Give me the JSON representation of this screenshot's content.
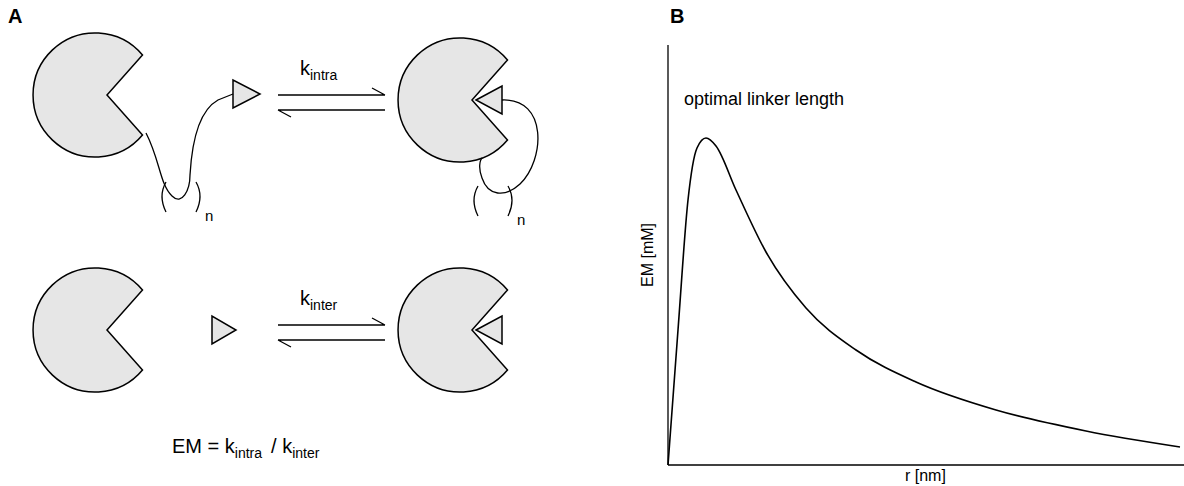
{
  "diagram": {
    "labels": [
      "A",
      "B",
      "k",
      "intra",
      "k",
      "inter",
      "EM = k",
      "intra",
      "/ k",
      "inter",
      "n",
      "n",
      "optimal linker length",
      "EM [mM]",
      "r [nm]"
    ]
  }
}
